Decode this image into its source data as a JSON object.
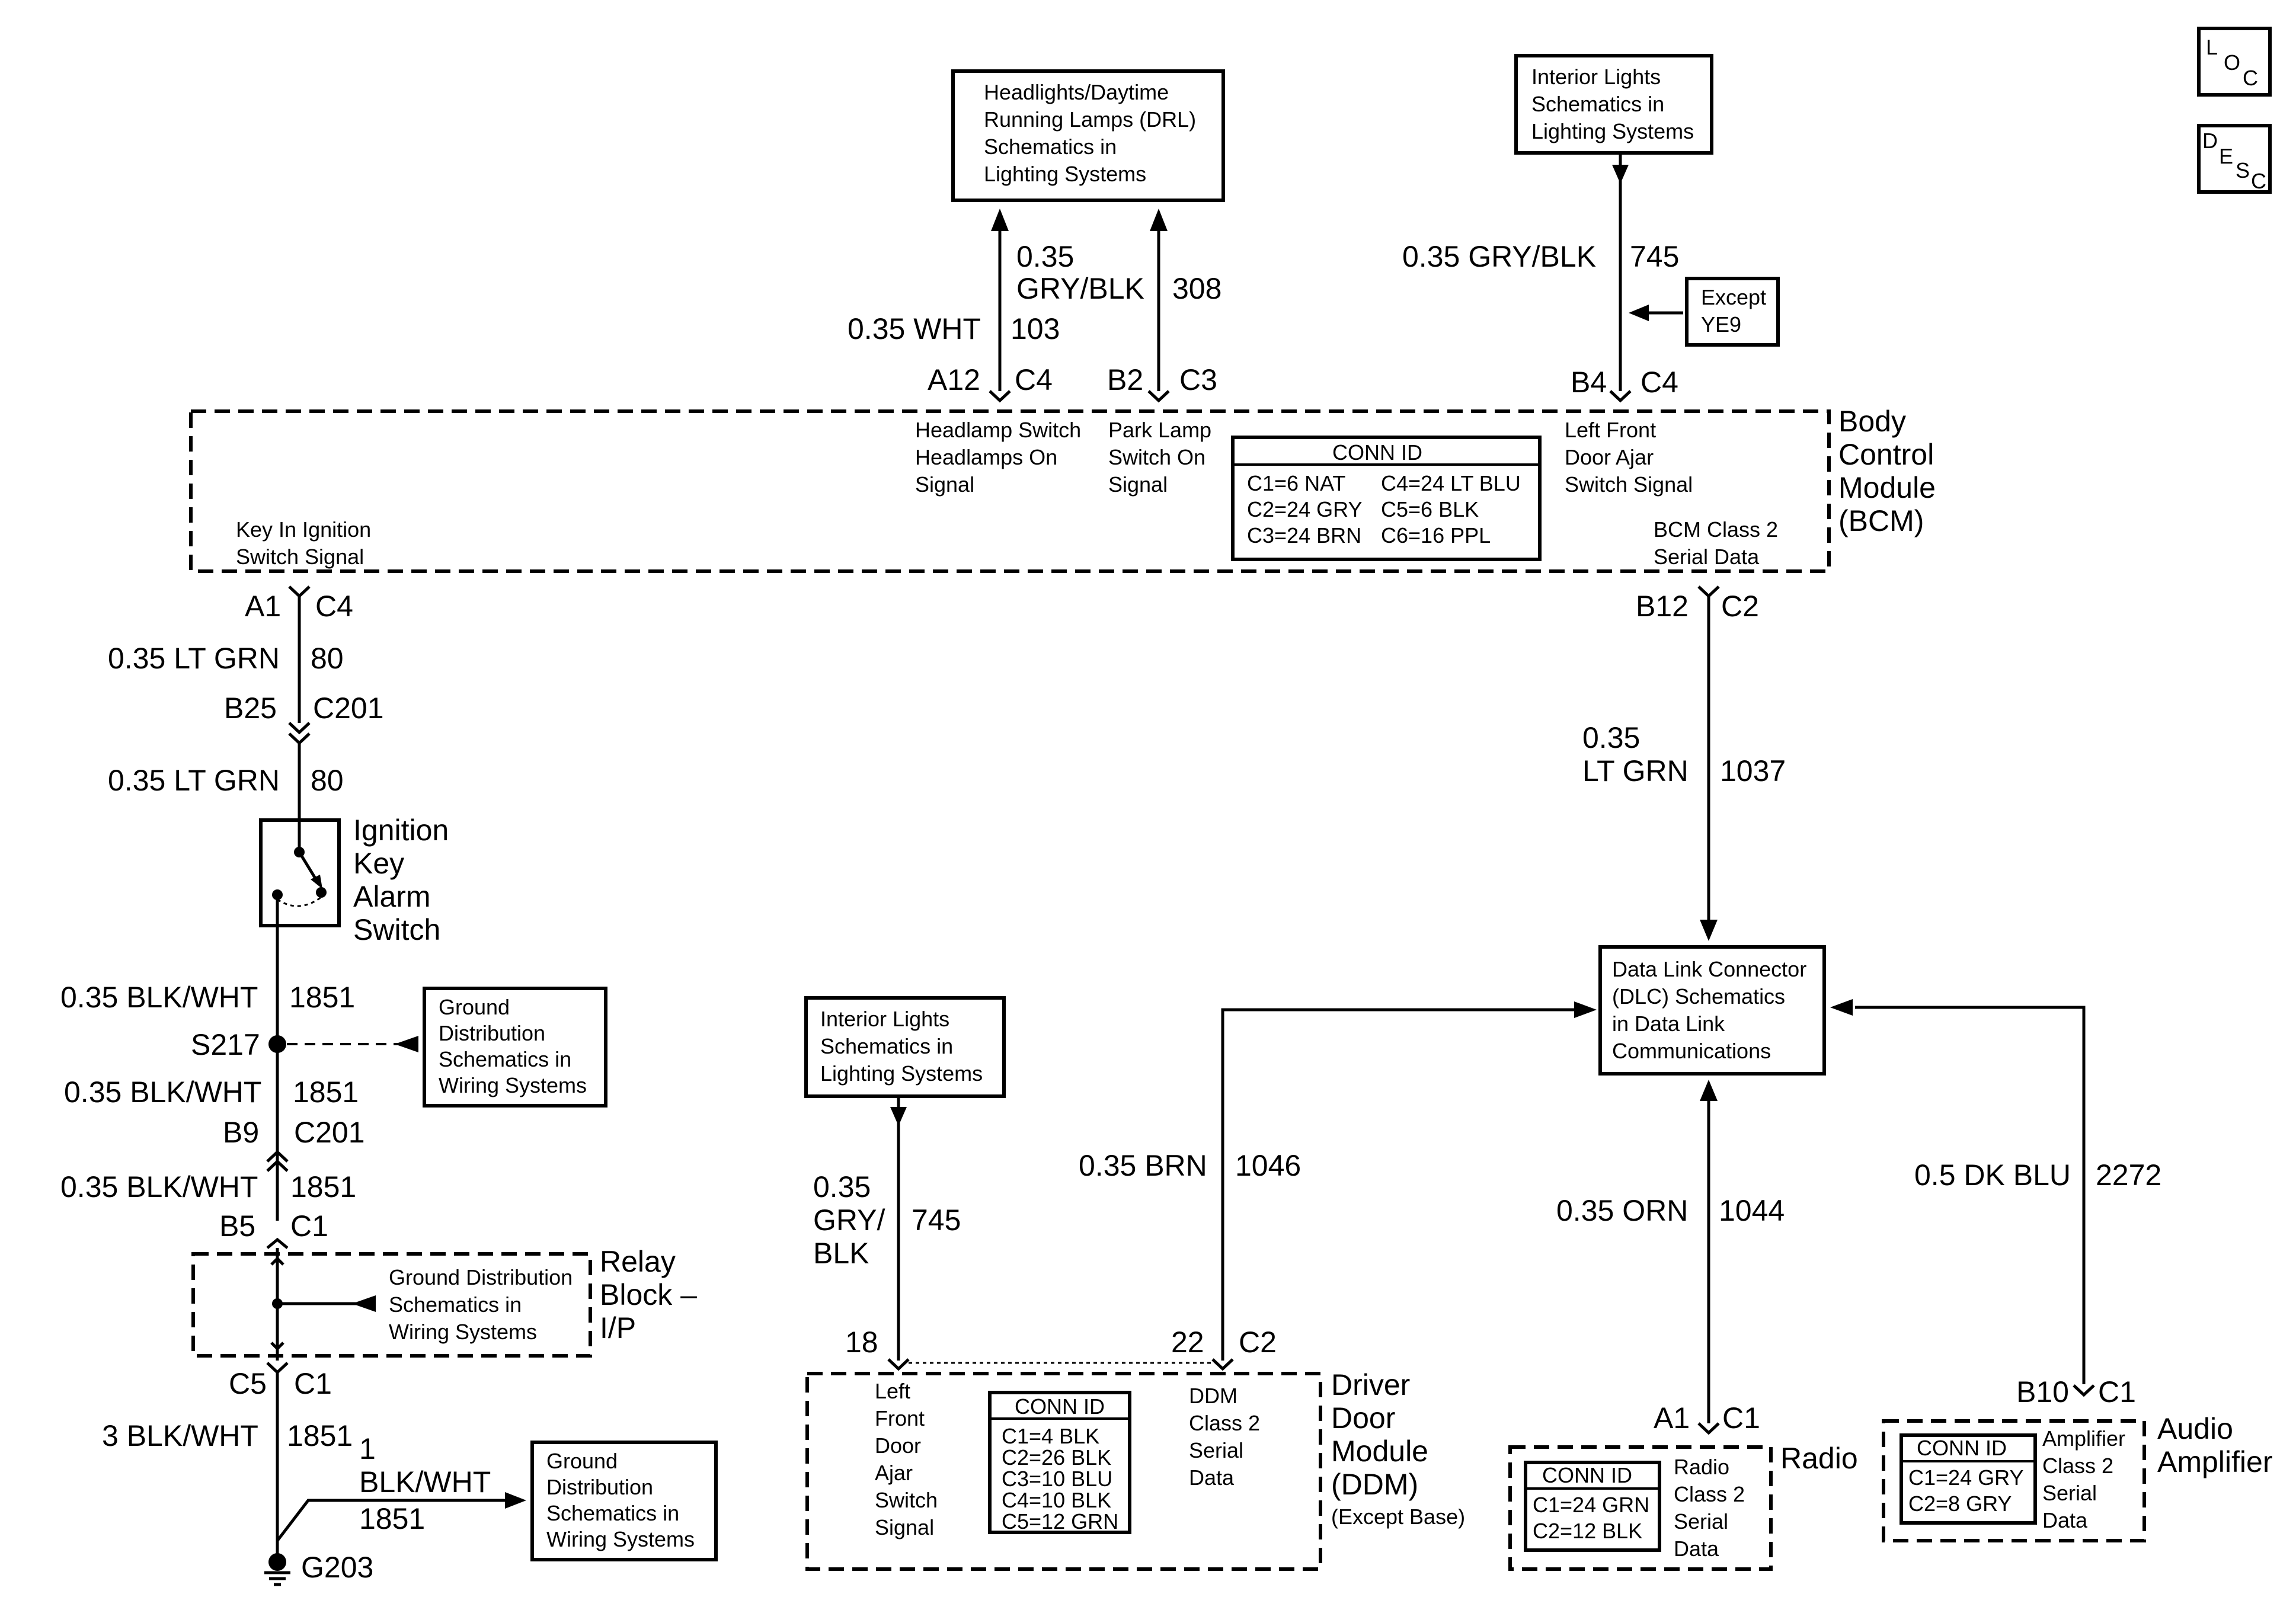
{
  "corner_buttons": {
    "loc": [
      "L",
      "O",
      "C"
    ],
    "desc": [
      "D",
      "E",
      "S",
      "C"
    ]
  },
  "bcm": {
    "label": [
      "Body",
      "Control",
      "Module",
      "(BCM)"
    ],
    "conn_id_title": "CONN ID",
    "conn_ids": [
      "C1=6 NAT",
      "C4=24 LT BLU",
      "C2=24 GRY",
      "C5=6 BLK",
      "C3=24 BRN",
      "C6=16 PPL"
    ],
    "pins": {
      "headlamp": [
        "Headlamp Switch",
        "Headlamps On",
        "Signal"
      ],
      "park": [
        "Park Lamp",
        "Switch On",
        "Signal"
      ],
      "door_ajar": [
        "Left Front",
        "Door Ajar",
        "Switch Signal"
      ],
      "key_in": [
        "Key In Ignition",
        "Switch Signal"
      ],
      "class2": [
        "BCM Class 2",
        "Serial Data"
      ]
    }
  },
  "refs": {
    "headlights": [
      "Headlights/Daytime",
      "Running Lamps (DRL)",
      "Schematics in",
      "Lighting Systems"
    ],
    "interior_top": [
      "Interior Lights",
      "Schematics in",
      "Lighting Systems"
    ],
    "interior_mid": [
      "Interior Lights",
      "Schematics in",
      "Lighting Systems"
    ],
    "except_ye9": [
      "Except",
      "YE9"
    ],
    "ground_s217": [
      "Ground",
      "Distribution",
      "Schematics in",
      "Wiring Systems"
    ],
    "ground_relay": [
      "Ground Distribution",
      "Schematics in",
      "Wiring Systems"
    ],
    "ground_g203": [
      "Ground",
      "Distribution",
      "Schematics in",
      "Wiring Systems"
    ],
    "dlc": [
      "Data Link Connector",
      "(DLC) Schematics",
      "in Data Link",
      "Communications"
    ]
  },
  "wires": {
    "w103": {
      "gauge": "0.35 WHT",
      "circuit": "103",
      "pin": "A12",
      "conn": "C4"
    },
    "w308": {
      "gauge": [
        "0.35",
        "GRY/BLK"
      ],
      "circuit": "308",
      "pin": "B2",
      "conn": "C3"
    },
    "w745_top": {
      "gauge": "0.35 GRY/BLK",
      "circuit": "745",
      "pin": "B4",
      "conn": "C4"
    },
    "w80_a": {
      "gauge": "0.35 LT GRN",
      "circuit": "80",
      "pin": "A1",
      "conn": "C4"
    },
    "c201_top": {
      "pin": "B25",
      "conn": "C201"
    },
    "w80_b": {
      "gauge": "0.35 LT GRN",
      "circuit": "80"
    },
    "w1851_a": {
      "gauge": "0.35 BLK/WHT",
      "circuit": "1851"
    },
    "splice": "S217",
    "w1851_b": {
      "gauge": "0.35 BLK/WHT",
      "circuit": "1851"
    },
    "c201_bot": {
      "pin": "B9",
      "conn": "C201"
    },
    "w1851_c": {
      "gauge": "0.35 BLK/WHT",
      "circuit": "1851"
    },
    "relay_top": {
      "pin": "B5",
      "conn": "C1"
    },
    "relay_bot": {
      "pin": "C5",
      "conn": "C1"
    },
    "w1851_d": {
      "gauge": "3 BLK/WHT",
      "circuit": "1851"
    },
    "w1851_e": {
      "gauge": [
        "1",
        "BLK/WHT"
      ],
      "circuit": "1851"
    },
    "ground": "G203",
    "w1037": {
      "gauge": [
        "0.35",
        "LT GRN"
      ],
      "circuit": "1037",
      "pin": "B12",
      "conn": "C2"
    },
    "w745_ddm": {
      "gauge": [
        "0.35",
        "GRY/",
        "BLK"
      ],
      "circuit": "745",
      "pin": "18"
    },
    "w1046": {
      "gauge": "0.35 BRN",
      "circuit": "1046",
      "pin": "22",
      "conn": "C2"
    },
    "w1044": {
      "gauge": "0.35 ORN",
      "circuit": "1044",
      "pin": "A1",
      "conn": "C1"
    },
    "w2272": {
      "gauge": "0.5 DK BLU",
      "circuit": "2272",
      "pin": "B10",
      "conn": "C1"
    }
  },
  "ignition_switch": [
    "Ignition",
    "Key",
    "Alarm",
    "Switch"
  ],
  "relay_block": [
    "Relay",
    "Block –",
    "I/P"
  ],
  "ddm": {
    "label": [
      "Driver",
      "Door",
      "Module",
      "(DDM)"
    ],
    "note": "(Except Base)",
    "left_pin": [
      "Left",
      "Front",
      "Door",
      "Ajar",
      "Switch",
      "Signal"
    ],
    "right_pin": [
      "DDM",
      "Class 2",
      "Serial",
      "Data"
    ],
    "conn_id_title": "CONN ID",
    "conn_ids": [
      "C1=4 BLK",
      "C2=26 BLK",
      "C3=10 BLU",
      "C4=10 BLK",
      "C5=12 GRN"
    ]
  },
  "radio": {
    "label": "Radio",
    "pin": [
      "Radio",
      "Class 2",
      "Serial",
      "Data"
    ],
    "conn_id_title": "CONN ID",
    "conn_ids": [
      "C1=24 GRN",
      "C2=12 BLK"
    ]
  },
  "amp": {
    "label": [
      "Audio",
      "Amplifier"
    ],
    "pin": [
      "Amplifier",
      "Class 2",
      "Serial",
      "Data"
    ],
    "conn_id_title": "CONN ID",
    "conn_ids": [
      "C1=24 GRY",
      "C2=8 GRY"
    ]
  }
}
